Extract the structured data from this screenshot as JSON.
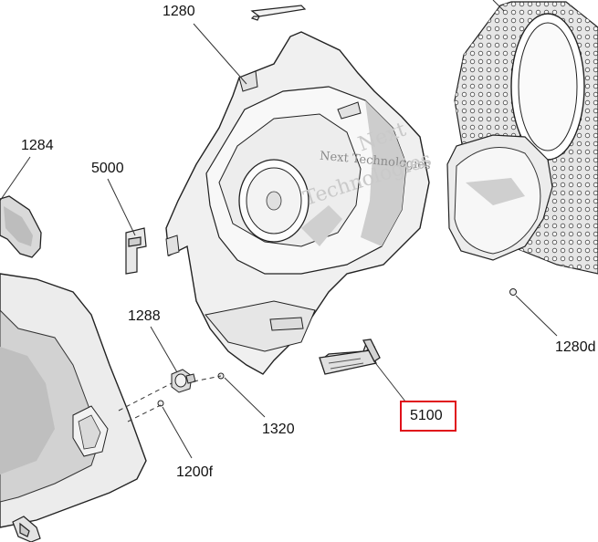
{
  "diagram": {
    "callouts": {
      "c1280": "1280",
      "c1284": "1284",
      "c5000": "5000",
      "c1288": "1288",
      "c1320": "1320",
      "c1280d": "1280d",
      "c5100": "5100",
      "c1200f": "1200f"
    },
    "highlighted_callout": "5100",
    "highlight_color": "#e0101a",
    "watermark": {
      "line1": "Next",
      "line2": "Next Technologies",
      "line3": "Technologies"
    }
  }
}
